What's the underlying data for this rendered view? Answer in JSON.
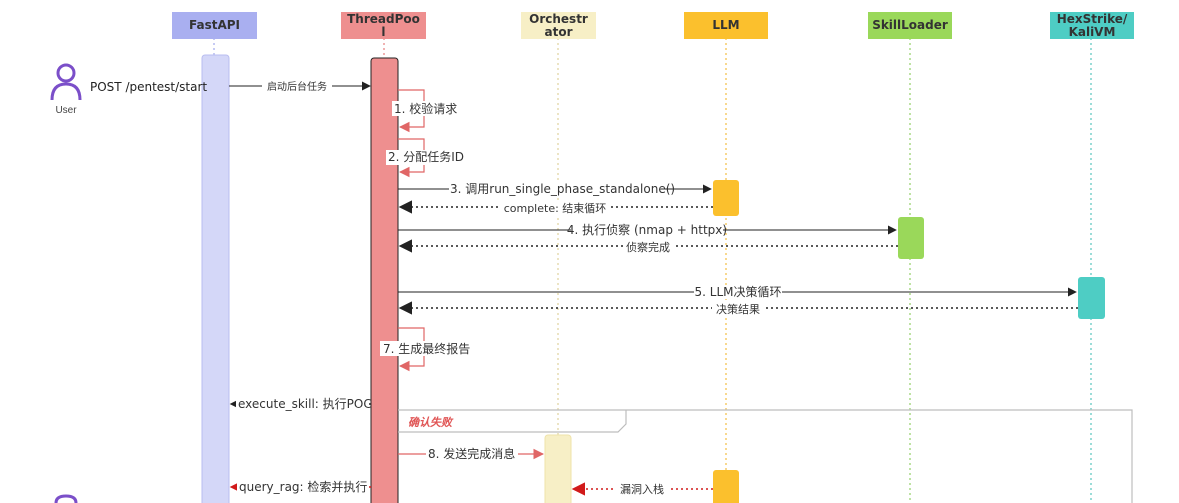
{
  "participants": [
    {
      "id": "fastapi",
      "label": "FastAPI",
      "color": "#a9aff0",
      "life": "#8e97e8",
      "act": "#d4d7f8"
    },
    {
      "id": "threadpool",
      "label": "ThreadPoo\nl",
      "color": "#ee8f8f",
      "life": "#e06666",
      "act": "#ee8f8f"
    },
    {
      "id": "orchestrator",
      "label": "Orchestr\nator",
      "color": "#f7efc6",
      "life": "#d8c98a",
      "act": "#f7efc6"
    },
    {
      "id": "llm",
      "label": "LLM",
      "color": "#fbc02d",
      "life": "#f2b01e",
      "act": "#fbc02d"
    },
    {
      "id": "skillloader",
      "label": "SkillLoader",
      "color": "#9ad85a",
      "life": "#7cc44a",
      "act": "#9ad85a"
    },
    {
      "id": "hexstrike",
      "label": "HexStrike/\nKaliVM",
      "color": "#4ecdc4",
      "life": "#35b8b0",
      "act": "#4ecdc4"
    }
  ],
  "actor": {
    "label": "User",
    "color": "#7b4fc9",
    "request": "POST /pentest/start"
  },
  "messages": {
    "start": "启动后台任务",
    "m1": "1. 校验请求",
    "m2": "2. 分配任务ID",
    "m3": "3. 调用run_single_phase_standalone()",
    "m3r": "complete: 结束循环",
    "m4": "4. 执行侦察 (nmap + httpx)",
    "m4r": "侦察完成",
    "m5": "5. LLM决策循环",
    "m5r": "决策结果",
    "m7": "7. 生成最终报告",
    "exec": "execute_skill: 执行POC",
    "frag": "确认失败",
    "m8": "8. 发送完成消息",
    "vuln": "漏洞入栈",
    "rag": "query_rag: 检索并执行"
  }
}
